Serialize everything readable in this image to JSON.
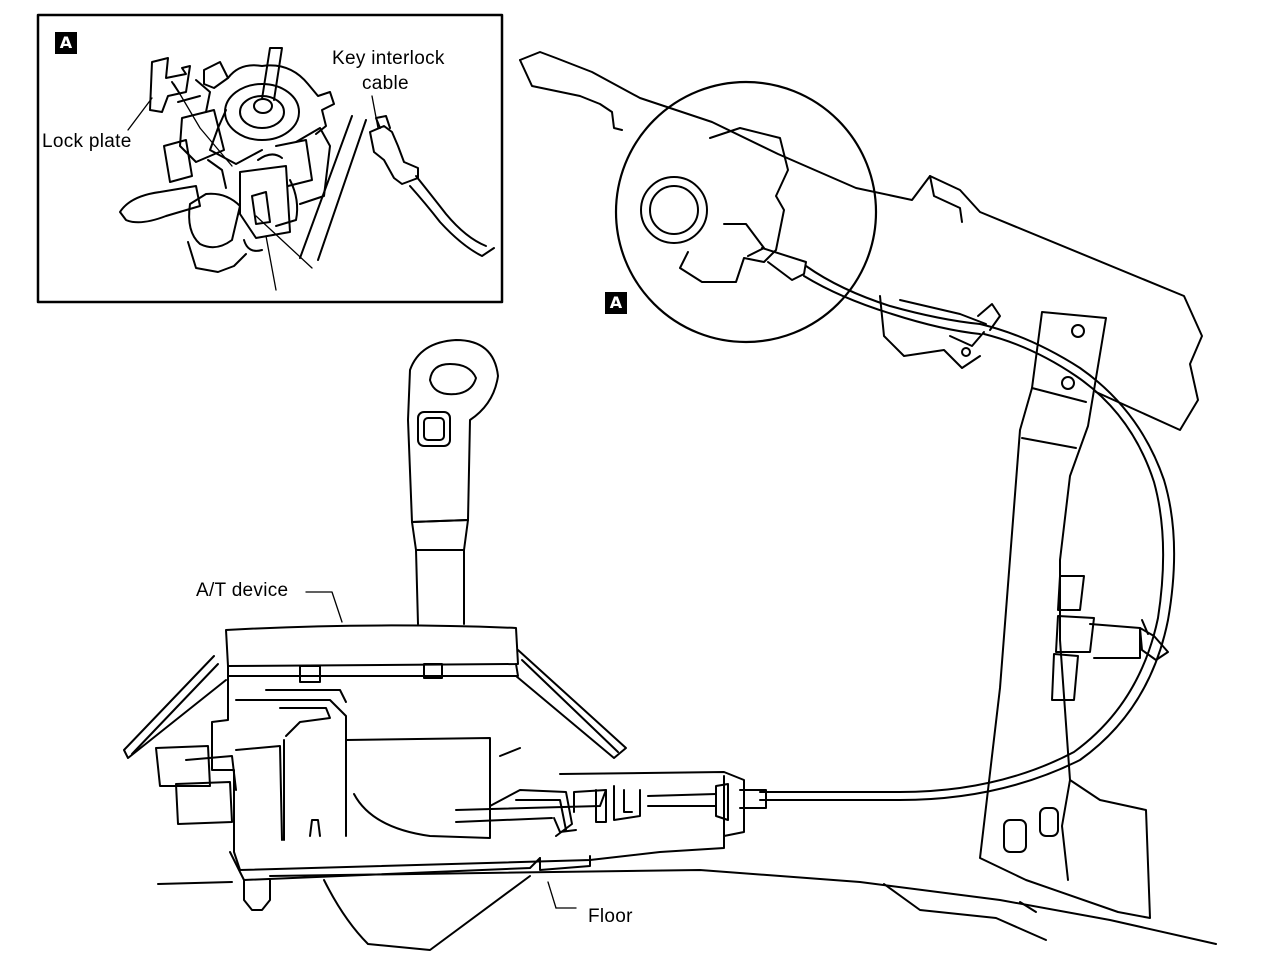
{
  "inset": {
    "badge": "A",
    "labels": {
      "key_interlock_line1": "Key interlock",
      "key_interlock_line2": "cable",
      "lock_plate": "Lock plate"
    }
  },
  "main": {
    "detail_badge": "A",
    "labels": {
      "at_device": "A/T device",
      "floor": "Floor"
    }
  }
}
